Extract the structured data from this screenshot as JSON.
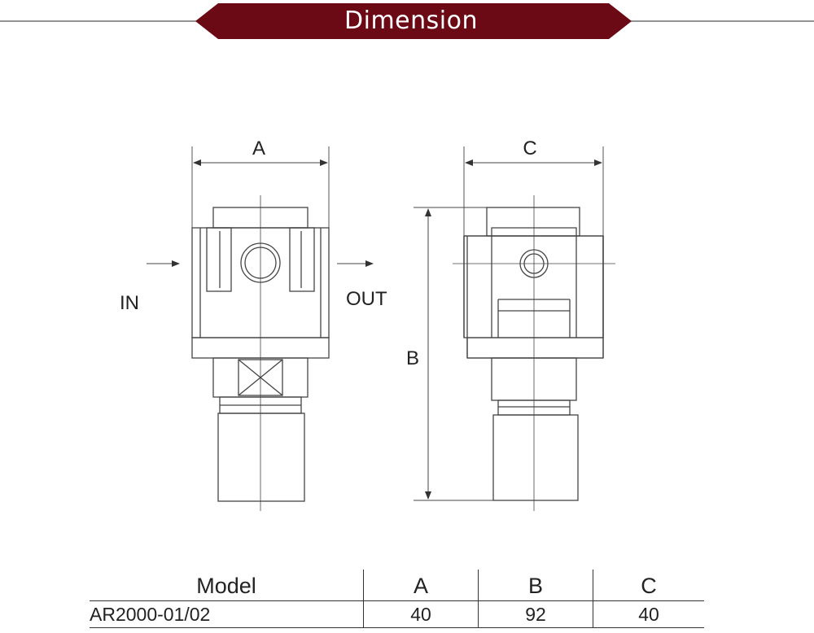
{
  "banner": {
    "title": "Dimension",
    "color": "#6b0a14"
  },
  "drawing": {
    "dimension_labels": {
      "a": "A",
      "b": "B",
      "c": "C"
    },
    "port_labels": {
      "in": "IN",
      "out": "OUT"
    }
  },
  "table": {
    "headers": {
      "model": "Model",
      "a": "A",
      "b": "B",
      "c": "C"
    },
    "rows": [
      {
        "model": "AR2000-01/02",
        "a": "40",
        "b": "92",
        "c": "40"
      }
    ]
  }
}
